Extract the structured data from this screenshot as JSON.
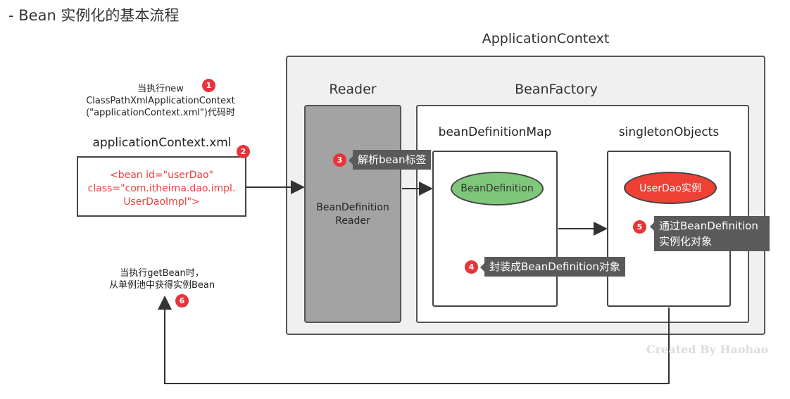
{
  "heading": "- Bean 实例化的基本流程",
  "application_context": "ApplicationContext",
  "reader": {
    "title": "Reader",
    "inner_line1": "BeanDefinition",
    "inner_line2": "Reader"
  },
  "bean_factory": "BeanFactory",
  "bean_definition_map": {
    "title": "beanDefinitionMap",
    "ellipse": "BeanDefinition"
  },
  "singleton_objects": {
    "title": "singletonObjects",
    "ellipse": "UserDao实例"
  },
  "xml": {
    "title": "applicationContext.xml",
    "line1": "<bean id=\"userDao\"",
    "line2": "class=\"com.itheima.dao.impl.",
    "line3": "UserDaoImpl\">"
  },
  "note_new": {
    "line1": "当执行new",
    "line2": "ClassPathXmlApplicationContext",
    "line3": "(\"applicationContext.xml\")代码时"
  },
  "note_getbean": {
    "line1": "当执行getBean时，",
    "line2": "从单例池中获得实例Bean"
  },
  "badges": [
    "1",
    "2",
    "3",
    "4",
    "5",
    "6"
  ],
  "tips": {
    "t3": "解析bean标签",
    "t4": "封装成BeanDefinition对象",
    "t5_line1": "通过BeanDefinition",
    "t5_line2": "实例化对象"
  },
  "watermark": "Created By Haohao",
  "colors": {
    "bean_definition_fill": "#7fc77a",
    "userdao_fill": "#ee4035",
    "badge": "#e8333a",
    "tip_bg": "#5a5a5a",
    "xml_text": "#e8413c"
  }
}
